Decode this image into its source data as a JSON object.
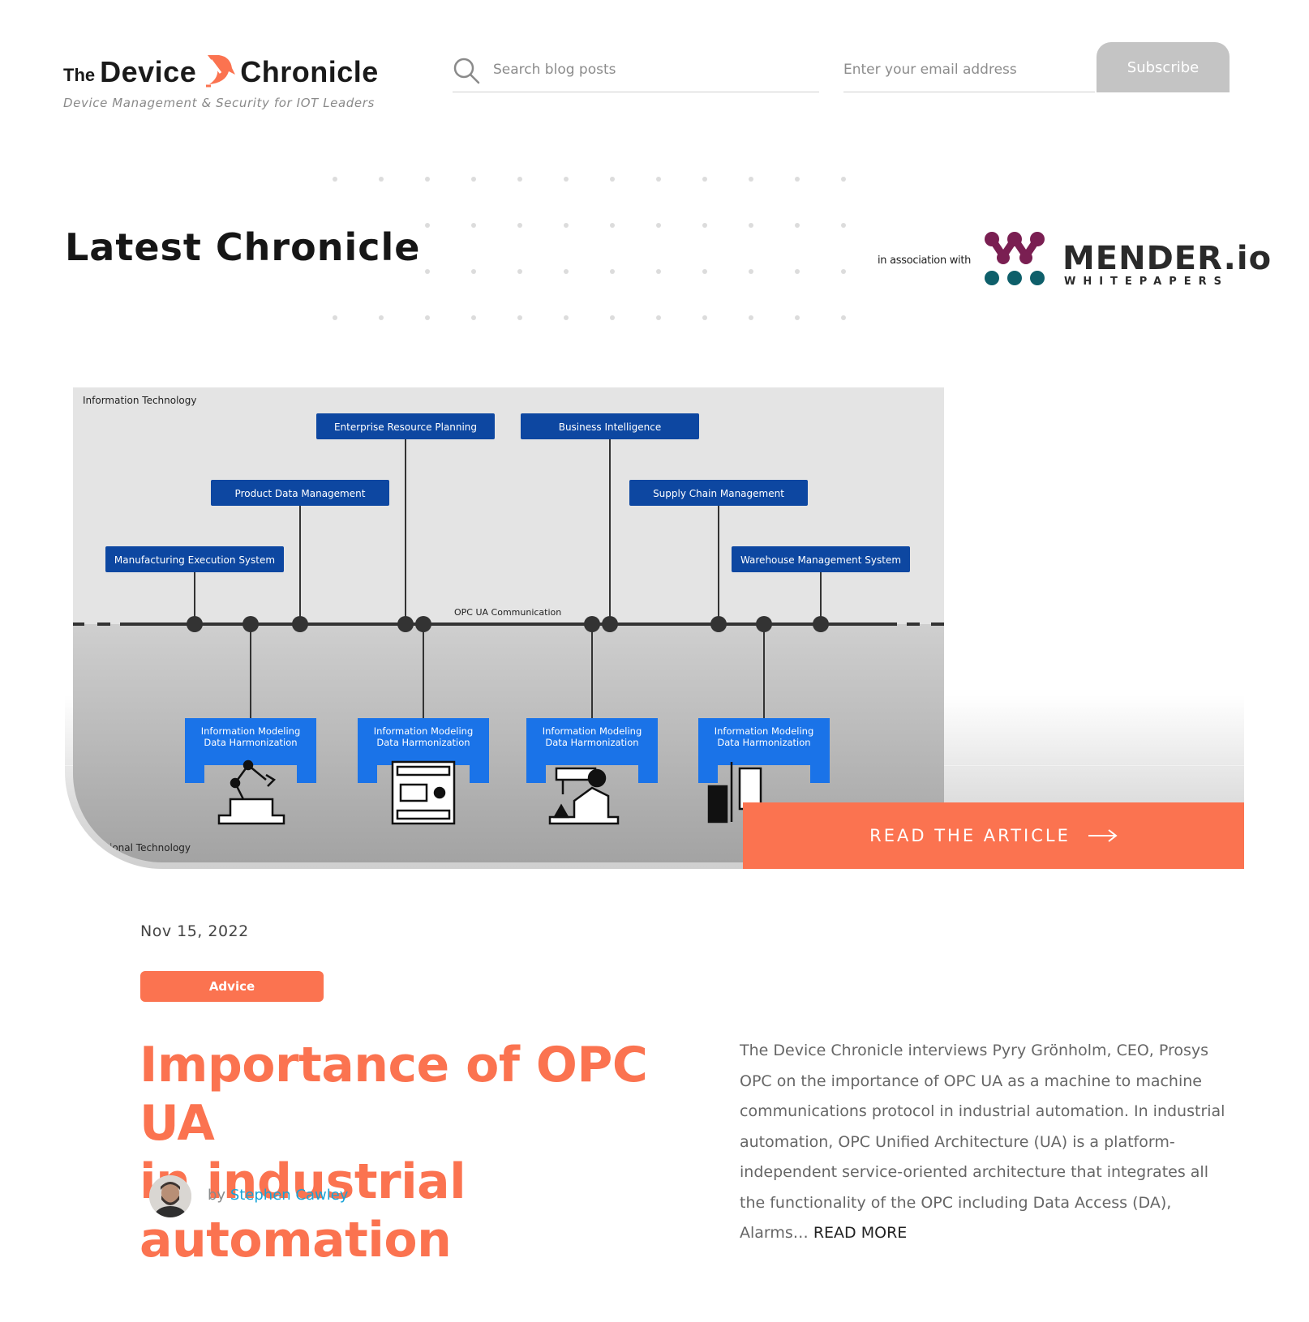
{
  "header": {
    "logo": {
      "the": "The",
      "device": "Device",
      "chronicle": "Chronicle",
      "tagline": "Device Management & Security for IOT Leaders"
    },
    "search": {
      "placeholder": "Search blog posts",
      "value": ""
    },
    "newsletter": {
      "placeholder": "Enter your email address",
      "value": "",
      "button_label": "Subscribe"
    }
  },
  "latest": {
    "title": "Latest Chronicle",
    "sponsor": {
      "prefix": "in association with",
      "name": "MENDER.io",
      "sub": "WHITEPAPERS"
    }
  },
  "hero": {
    "diagram": {
      "top_label": "Information Technology",
      "bottom_label": "ional  Technology",
      "bus_label": "OPC UA Communication",
      "it_systems": [
        "Enterprise Resource Planning",
        "Business Intelligence",
        "Product Data Management",
        "Supply Chain Management",
        "Manufacturing Execution System",
        "Warehouse Management System"
      ],
      "modeling_boxes": [
        {
          "line1": "Information Modeling",
          "line2": "Data Harmonization"
        },
        {
          "line1": "Information Modeling",
          "line2": "Data Harmonization"
        },
        {
          "line1": "Information Modeling",
          "line2": "Data Harmonization"
        },
        {
          "line1": "Information Modeling",
          "line2": "Data Harmonization"
        }
      ]
    },
    "cta_label": "READ THE ARTICLE"
  },
  "article": {
    "date": "Nov 15, 2022",
    "category": "Advice",
    "title_line1": "Importance of OPC UA",
    "title_line2": "in industrial automation",
    "by": "by",
    "author": "Stephen Cawley",
    "excerpt": "The Device Chronicle interviews Pyry Grönholm, CEO, Prosys OPC on the importance of OPC UA as a machine to machine communications protocol in industrial automation.  In industrial automation, OPC Unified Architecture (UA) is a platform-independent service-oriented architecture that integrates all the functionality of the OPC including Data Access (DA), Alarms… ",
    "read_more": "READ MORE"
  },
  "colors": {
    "accent": "#fb7350",
    "diagram_blue": "#0d47a1",
    "modeling_blue": "#1a73e8",
    "author_link": "#16a3d8",
    "button_gray": "#c4c4c4"
  },
  "icons": {
    "search": "search-icon",
    "arrow": "arrow-right-icon",
    "logo": "shield-logo-icon"
  }
}
